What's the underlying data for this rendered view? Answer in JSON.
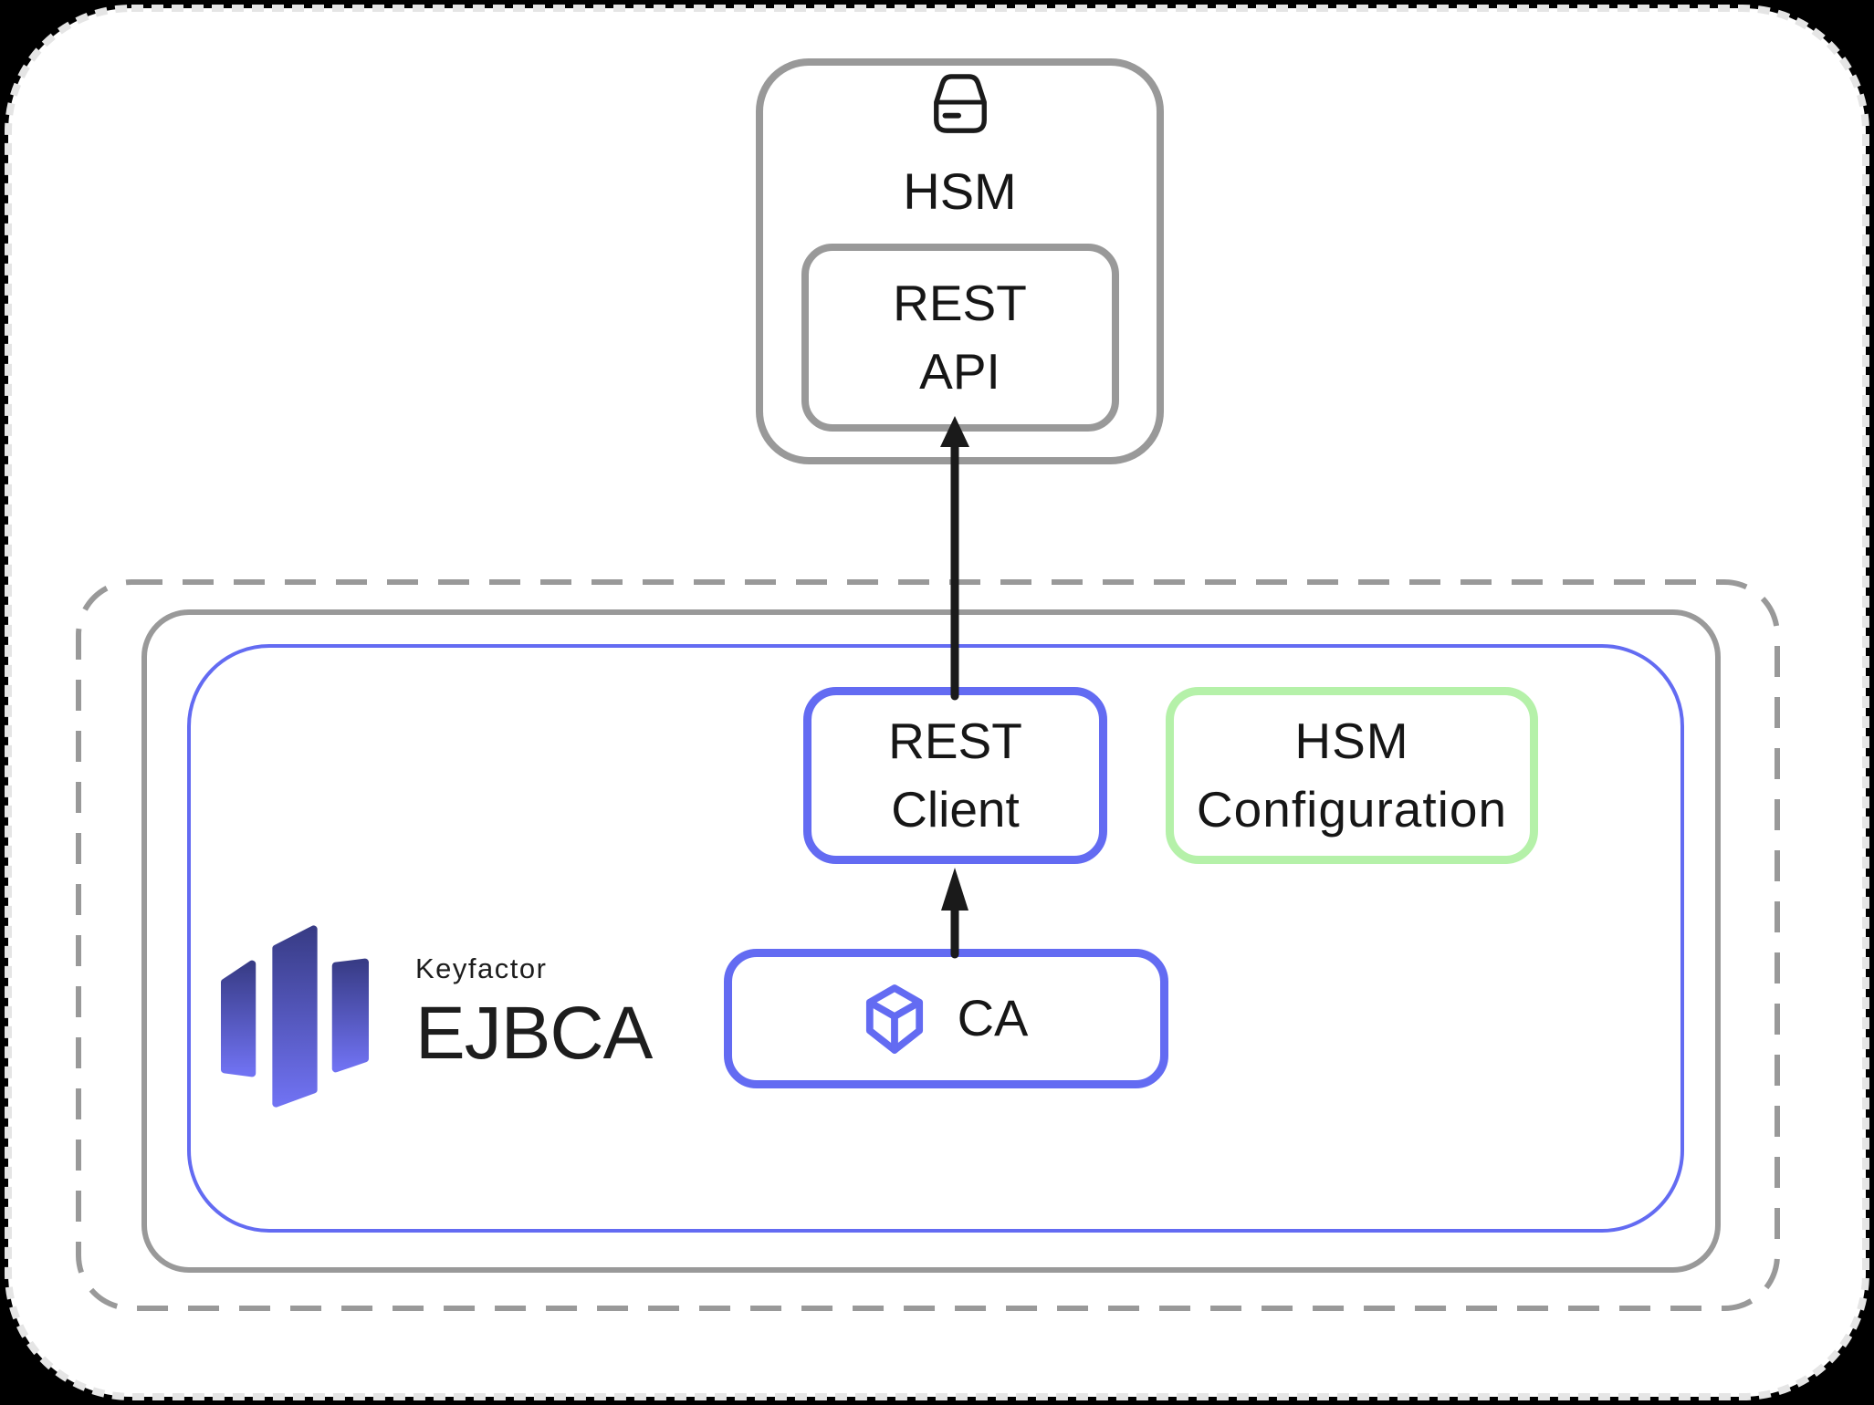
{
  "diagram": {
    "hsm_group": {
      "label": "HSM",
      "icon": "hsm-device-icon",
      "rest_api": {
        "label_lines": [
          "REST",
          "API"
        ]
      }
    },
    "ejbca_group": {
      "logo": {
        "brand": "Keyfactor",
        "product": "EJBCA",
        "mark_icon": "keyfactor-logo-mark"
      },
      "rest_client": {
        "label_lines": [
          "REST",
          "Client"
        ]
      },
      "hsm_configuration": {
        "label_lines": [
          "HSM",
          "Configuration"
        ]
      },
      "ca": {
        "label": "CA",
        "icon": "cube-icon"
      }
    },
    "connections": [
      {
        "from": "ca-box",
        "to": "rest-client-box"
      },
      {
        "from": "rest-client-box",
        "to": "rest-api-box"
      }
    ],
    "colors": {
      "accent_blue": "#636BF2",
      "accent_green": "#B5F1A9",
      "container_gray": "#999999",
      "arrow_black": "#1A1A1A",
      "card_border": "#E5E5E5",
      "logo_gradient_top": "#383C86",
      "logo_gradient_bottom": "#7072F2",
      "text": "#161616"
    }
  }
}
